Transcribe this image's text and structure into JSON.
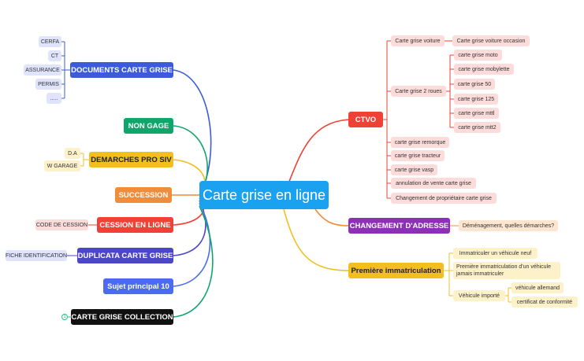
{
  "central": "Carte grise en ligne",
  "colors": {
    "central": "#1aa1f0",
    "documents": "#3b5bdb",
    "nongage": "#0fa66b",
    "demarches": "#f2c01e",
    "succession": "#f08c3a",
    "cession": "#ef4136",
    "duplicata": "#4c46c8",
    "sujet": "#4a6bf2",
    "collection": "#111111",
    "ctvo": "#ef4136",
    "changement": "#8e2fb8",
    "premiere": "#f2c01e"
  },
  "left": {
    "documents": {
      "label": "DOCUMENTS CARTE GRISE",
      "children": [
        "CERFA",
        "CT",
        "ASSURANCE",
        "PERMIS",
        "....."
      ]
    },
    "nongage": {
      "label": "NON GAGE"
    },
    "demarches": {
      "label": "DEMARCHES PRO SIV",
      "children": [
        "D.A",
        "W GARAGE"
      ]
    },
    "succession": {
      "label": "SUCCESSION"
    },
    "cession": {
      "label": "CESSION EN LIGNE",
      "children": [
        "CODE DE CESSION"
      ]
    },
    "duplicata": {
      "label": "DUPLICATA CARTE GRISE",
      "children": [
        "FICHE IDENTIFICATION"
      ]
    },
    "sujet": {
      "label": "Sujet principal 10"
    },
    "collection": {
      "label": "CARTE GRISE COLLECTION",
      "collapsed_count": "1"
    }
  },
  "right": {
    "ctvo": {
      "label": "CTVO",
      "voiture": "Carte grise voiture",
      "voiture_child": "Carte grise voiture occasion",
      "deux_roues": "Carte grise 2 roues",
      "deux_roues_children": [
        "carte grise moto",
        "carte grise mobylette",
        "carte grise 50",
        "carte grise 125",
        "carte grise mttl",
        "carte grise mtt2"
      ],
      "others": [
        "carte grise remorque",
        "carte grise tracteur",
        "carte grise vasp",
        "annulation de vente carte grise",
        "Changement de propriétaire carte grise"
      ]
    },
    "changement": {
      "label": "CHANGEMENT D'ADRESSE",
      "child": "Déménagement, quelles démarches?"
    },
    "premiere": {
      "label": "Première immatriculation",
      "children": [
        "Immatriculer un véhicule neuf",
        "Première immatriculation d'un véhicule jamais immatriculer"
      ],
      "importe": "Véhicule importé",
      "importe_children": [
        "véhicule allemand",
        "certificat de conformité"
      ]
    }
  }
}
